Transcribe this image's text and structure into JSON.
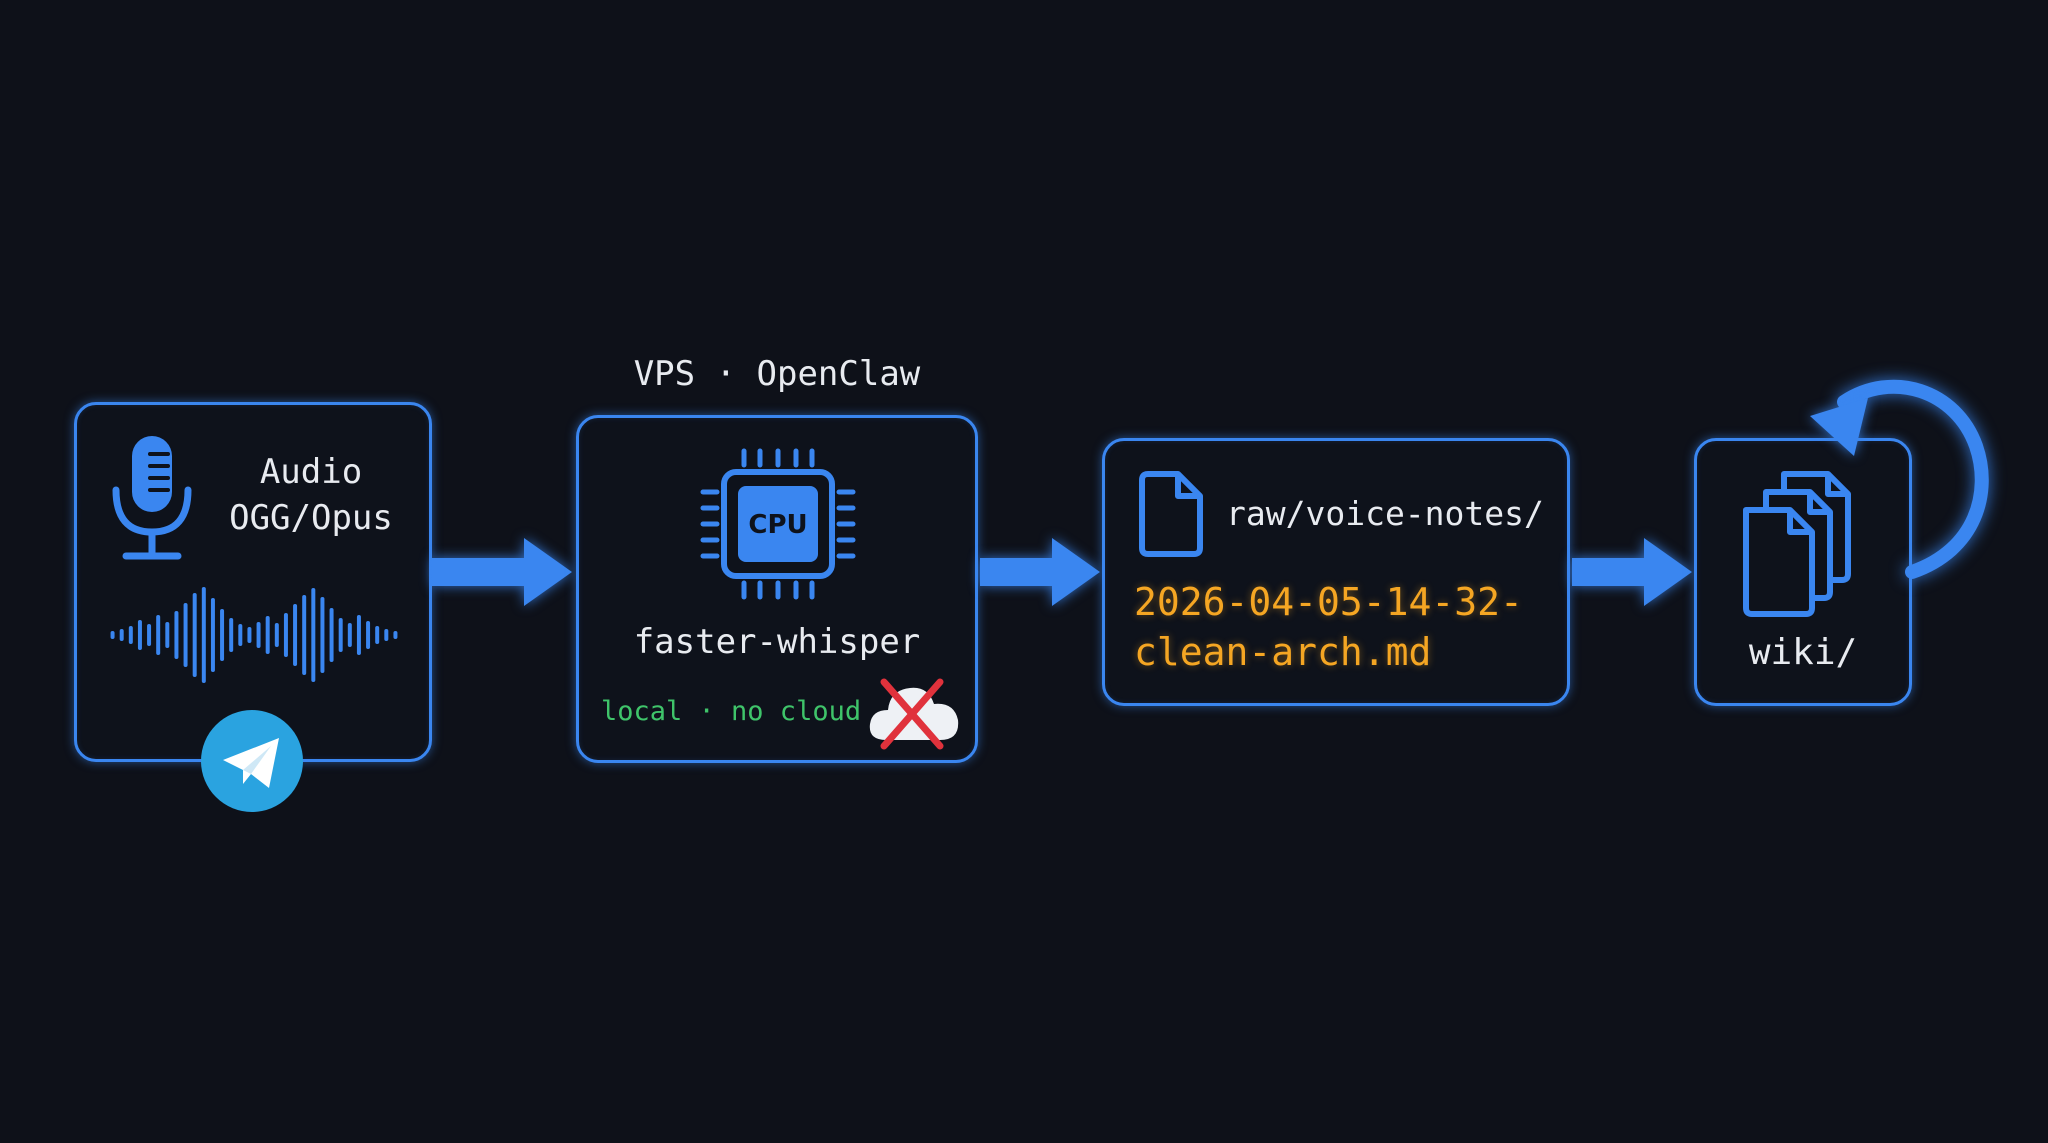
{
  "audio": {
    "line1": "Audio",
    "line2": "OGG/Opus",
    "mic_icon": "microphone-icon",
    "wave_icon": "waveform-icon",
    "telegram_icon": "telegram-icon"
  },
  "process": {
    "header": "VPS · OpenClaw",
    "chip_label": "CPU",
    "name": "faster-whisper",
    "note": "local · no cloud",
    "cloud_icon": "no-cloud-icon"
  },
  "raw": {
    "path": "raw/voice-notes/",
    "file_line1": "2026-04-05-14-32-",
    "file_line2": "clean-arch.md",
    "file_icon": "file-icon"
  },
  "wiki": {
    "label": "wiki/",
    "icon": "documents-stack-icon",
    "loop_icon": "loop-arrow-icon"
  },
  "colors": {
    "background": "#0e1119",
    "accent": "#3a86f0",
    "text": "#e8ebf0",
    "green": "#3fc46a",
    "orange": "#f5a623",
    "telegram": "#2aa3e0",
    "cross": "#e0323c"
  }
}
